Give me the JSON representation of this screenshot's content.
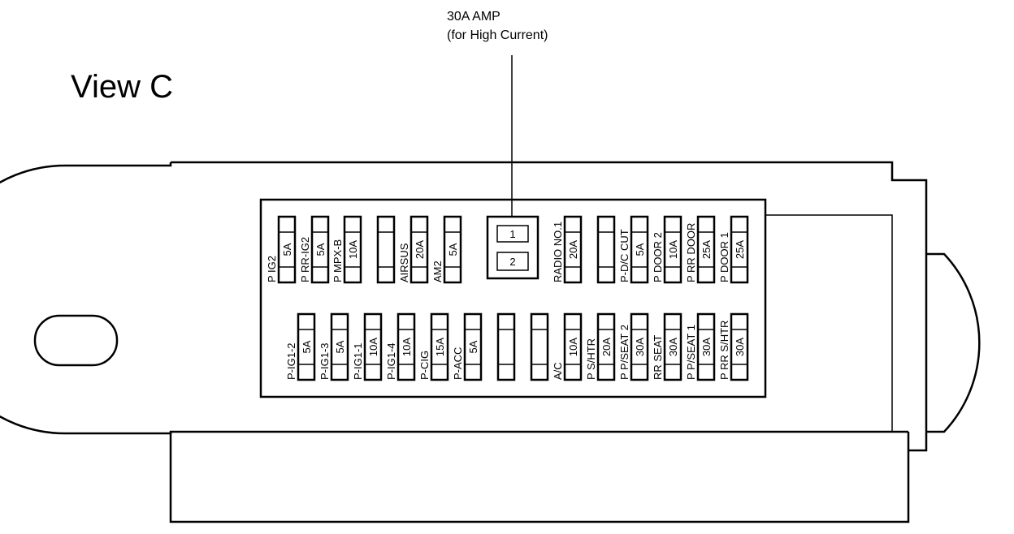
{
  "title": "View C",
  "callout": {
    "line1": "30A AMP",
    "line2": "(for High Current)"
  },
  "relay": {
    "slot1": "1",
    "slot2": "2"
  },
  "fuses": [
    {
      "id": "f-p-ig2",
      "amp": "5A",
      "label": "P IG2"
    },
    {
      "id": "f-p-rr-ig2",
      "amp": "5A",
      "label": "P RR-IG2"
    },
    {
      "id": "f-p-mpx-b",
      "amp": "10A",
      "label": "P MPX-B"
    },
    {
      "id": "f-spare-top-1",
      "amp": "",
      "label": ""
    },
    {
      "id": "f-airsus",
      "amp": "20A",
      "label": "AIRSUS"
    },
    {
      "id": "f-am2",
      "amp": "5A",
      "label": "AM2"
    },
    {
      "id": "f-radio-no1",
      "amp": "20A",
      "label": "RADIO NO.1"
    },
    {
      "id": "f-spare-top-2",
      "amp": "",
      "label": ""
    },
    {
      "id": "f-p-dc-cut",
      "amp": "5A",
      "label": "P-D/C CUT"
    },
    {
      "id": "f-p-door2",
      "amp": "10A",
      "label": "P DOOR 2"
    },
    {
      "id": "f-p-rr-door",
      "amp": "25A",
      "label": "P RR DOOR"
    },
    {
      "id": "f-p-door1",
      "amp": "25A",
      "label": "P DOOR 1"
    },
    {
      "id": "f-p-ig1-2",
      "amp": "5A",
      "label": "P-IG1-2"
    },
    {
      "id": "f-p-ig1-3",
      "amp": "5A",
      "label": "P-IG1-3"
    },
    {
      "id": "f-p-ig1-1",
      "amp": "10A",
      "label": "P-IG1-1"
    },
    {
      "id": "f-p-ig1-4",
      "amp": "10A",
      "label": "P-IG1-4"
    },
    {
      "id": "f-p-cig",
      "amp": "15A",
      "label": "P-CIG"
    },
    {
      "id": "f-p-acc",
      "amp": "5A",
      "label": "P-ACC"
    },
    {
      "id": "f-spare-bot-1",
      "amp": "",
      "label": ""
    },
    {
      "id": "f-spare-bot-2",
      "amp": "",
      "label": ""
    },
    {
      "id": "f-ac",
      "amp": "10A",
      "label": "A/C"
    },
    {
      "id": "f-p-s-htr",
      "amp": "20A",
      "label": "P S/HTR"
    },
    {
      "id": "f-p-p-seat2",
      "amp": "30A",
      "label": "P P/SEAT 2"
    },
    {
      "id": "f-rr-seat",
      "amp": "30A",
      "label": "RR SEAT"
    },
    {
      "id": "f-p-p-seat1",
      "amp": "30A",
      "label": "P P/SEAT 1"
    },
    {
      "id": "f-p-rr-s-htr",
      "amp": "30A",
      "label": "P RR S/HTR"
    }
  ]
}
